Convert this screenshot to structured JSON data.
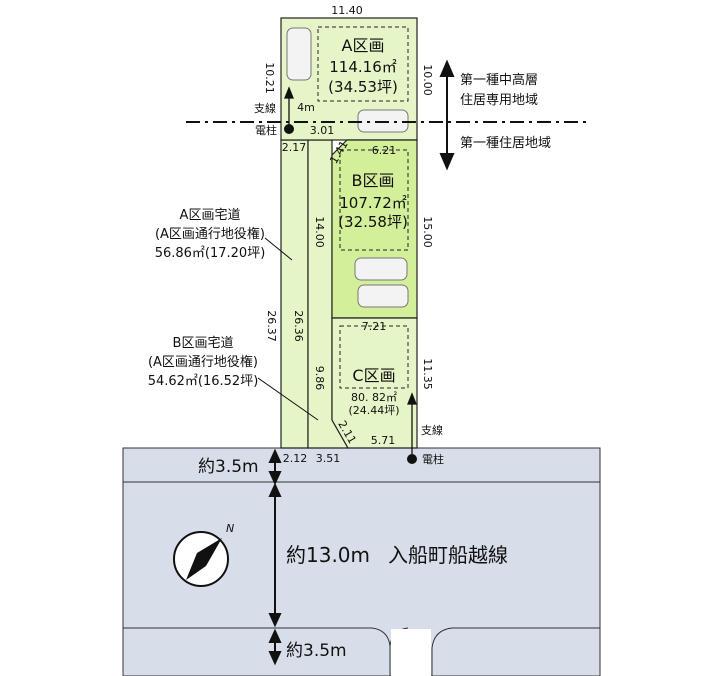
{
  "lots": {
    "a": {
      "name": "A区画",
      "area_m2": "114.16㎡",
      "area_tsubo": "(34.53坪)"
    },
    "b": {
      "name": "B区画",
      "area_m2": "107.72㎡",
      "area_tsubo": "(32.58坪)"
    },
    "c": {
      "name": "C区画",
      "area_m2": "80. 82㎡",
      "area_tsubo": "(24.44坪)"
    }
  },
  "dimensions": {
    "top_width": "11.40",
    "a_left": "10.21",
    "a_right": "10.00",
    "a_b_boundary": "3.01",
    "strip_width": "2.17",
    "b_top_left_chamfer": "1.41",
    "b_inner_top": "6.21",
    "b_inner_left": "14.00",
    "b_right": "15.00",
    "outer_left": "26.37",
    "inner_strip": "26.36",
    "c_left": "9.86",
    "c_inner_top": "7.21",
    "c_right": "11.35",
    "c_chamfer": "2.11",
    "c_bottom": "5.71",
    "frontage_a": "2.12",
    "frontage_b": "3.51",
    "road_4m": "4m"
  },
  "labels": {
    "branch_line_top": "支線",
    "pole_top": "電柱",
    "branch_line_bottom": "支線",
    "pole_bottom": "電柱",
    "zone_upper_1": "第一種中高層",
    "zone_upper_2": "住居専用地域",
    "zone_lower": "第一種住居地域"
  },
  "easements": {
    "a_road_1": "A区画宅道",
    "a_road_2": "(A区画通行地役権)",
    "a_road_3": "56.86㎡(17.20坪)",
    "b_road_1": "B区画宅道",
    "b_road_2": "(A区画通行地役権)",
    "b_road_3": "54.62㎡(16.52坪)"
  },
  "road": {
    "sidewalk_top": "約3.5m",
    "road_width": "約13.0m",
    "road_name": "入船町船越線",
    "sidewalk_bottom": "約3.5m"
  },
  "compass": {
    "north": "N"
  },
  "colors": {
    "lot_fill": "#e6f5c8",
    "lot_b_fill": "#d4ef9a",
    "road_fill": "#d7dee9",
    "line": "#222222"
  }
}
